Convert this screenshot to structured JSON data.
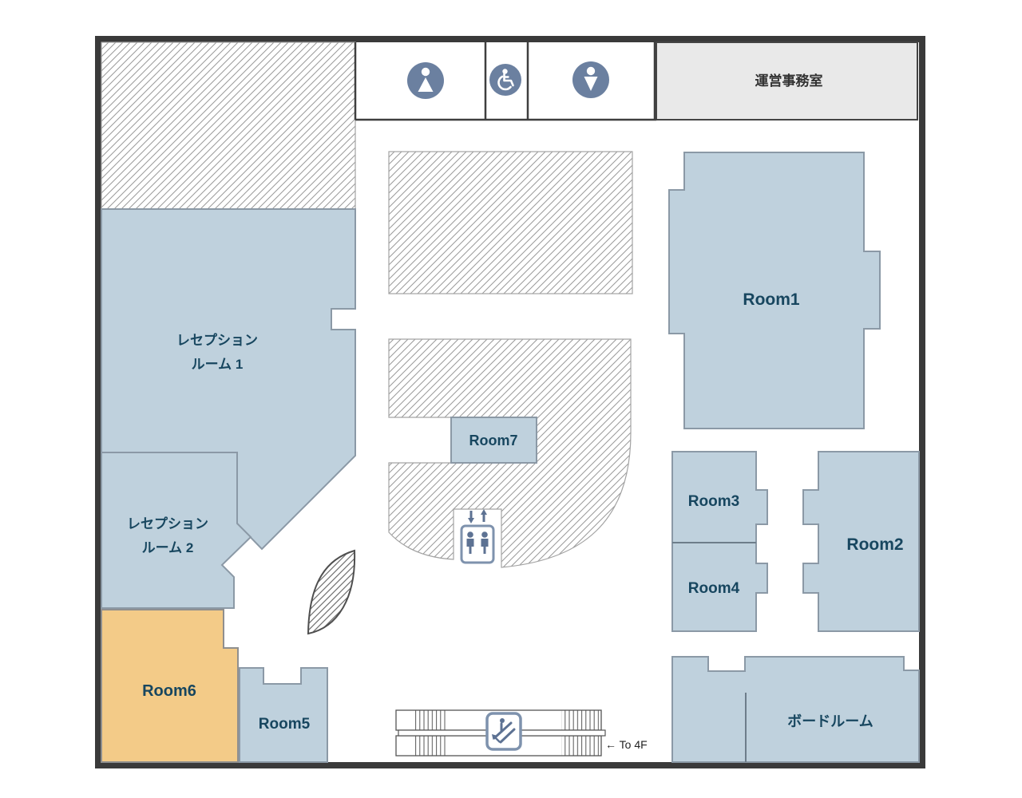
{
  "floorplan": {
    "rooms": {
      "reception1": {
        "line1": "レセプション",
        "line2": "ルーム 1"
      },
      "reception2": {
        "line1": "レセプション",
        "line2": "ルーム 2"
      },
      "room1": {
        "label": "Room1"
      },
      "room2": {
        "label": "Room2"
      },
      "room3": {
        "label": "Room3"
      },
      "room4": {
        "label": "Room4"
      },
      "room5": {
        "label": "Room5"
      },
      "room6": {
        "label": "Room6"
      },
      "room7": {
        "label": "Room7"
      },
      "boardroom": {
        "label": "ボードルーム"
      },
      "office": {
        "label": "運営事務室"
      }
    },
    "wayfinding": {
      "escalator_note": "← To 4F"
    },
    "icons": {
      "men_restroom": "men-restroom-icon",
      "accessible_restroom": "wheelchair-icon",
      "women_restroom": "women-restroom-icon",
      "elevator": "elevator-icon",
      "escalator": "escalator-icon",
      "planter": "leaf-planter"
    },
    "colors": {
      "room_fill": "#bfd1dd",
      "highlight_fill": "#f3cb88",
      "office_fill": "#e9e9e9",
      "wall": "#3a3a3a",
      "pictogram_blue": "#6b80a0",
      "icon_frame_blue": "#7e92ad",
      "label_color": "#17465f",
      "office_text": "#333333",
      "note_text": "#222222"
    }
  }
}
